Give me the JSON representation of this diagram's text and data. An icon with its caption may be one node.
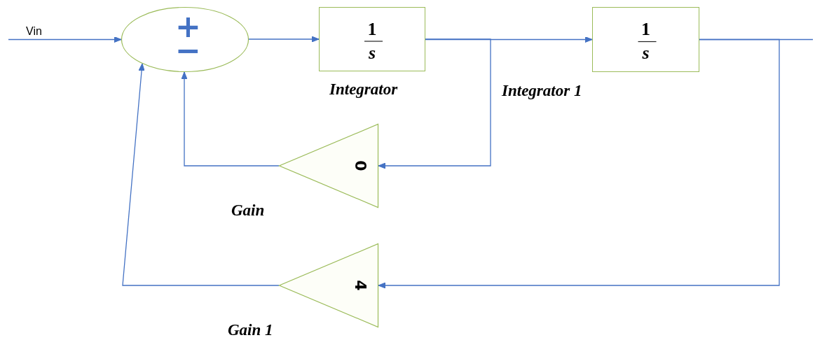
{
  "diagram": {
    "nodes": [
      {
        "text": [
          "+",
          "−"
        ]
      },
      {
        "text": [
          "1",
          "s"
        ],
        "beside": [
          "Integrator"
        ]
      },
      {
        "text": [
          "1",
          "s"
        ],
        "beside": [
          "Integrator 1"
        ]
      },
      {
        "text": [
          "0"
        ],
        "beside": [
          "Gain"
        ]
      },
      {
        "text": [
          "4"
        ],
        "beside": [
          "Gain 1"
        ]
      }
    ],
    "edges": [
      {
        "from": null,
        "to": 0,
        "arrow": "to",
        "label": "Vin"
      },
      {
        "from": 0,
        "to": 1,
        "arrow": "to"
      },
      {
        "from": 1,
        "to": 2,
        "arrow": "to"
      },
      {
        "from": 2,
        "to": null,
        "arrow": "none"
      },
      {
        "from": 1,
        "to": 3,
        "arrow": "to"
      },
      {
        "from": 3,
        "to": 0,
        "arrow": "to"
      },
      {
        "from": 2,
        "to": 4,
        "arrow": "to"
      },
      {
        "from": 4,
        "to": 0,
        "arrow": "to"
      }
    ]
  }
}
